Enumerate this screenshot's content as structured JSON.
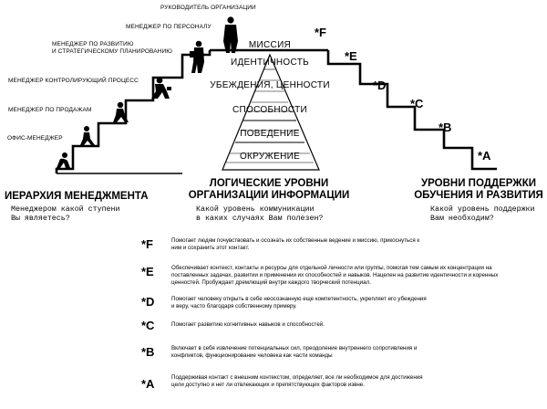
{
  "roles": [
    "РУКОВОДИТЕЛЬ ОРГАНИЗАЦИИ",
    "МЕНЕДЖЕР ПО ПЕРСОНАЛУ",
    "МЕНЕДЖЕР ПО РАЗВИТИЮ",
    "И СТРАТЕГИЧЕСКОМУ ПЛАНИРОВАНИЮ",
    "МЕНЕДЖЕР КОНТРОЛИРУЮЩИЙ ПРОЦЕСС",
    "МЕНЕДЖЕР ПО ПРОДАЖАМ",
    "ОФИС-МЕНЕДЖЕР"
  ],
  "levels": [
    "МИССИЯ",
    "ИДЕНТИЧНОСТЬ",
    "УБЕЖДЕНИЯ, ЦЕННОСТИ",
    "СПОСОБНОСТИ",
    "ПОВЕДЕНИЕ",
    "ОКРУЖЕНИЕ"
  ],
  "step_letters": [
    "*F",
    "*E",
    "*D",
    "*C",
    "*B",
    "*A"
  ],
  "columns": {
    "left": {
      "title": "ИЕРАРХИЯ  МЕНЕДЖМЕНТА",
      "question": [
        "Менеджером какой ступени",
        "Вы являетесь?"
      ]
    },
    "center": {
      "title": [
        "ЛОГИЧЕСКИЕ УРОВНИ",
        "ОРГАНИЗАЦИИ ИНФОРМАЦИИ"
      ],
      "question": [
        "Какой уровень коммуникации",
        "в каких случаях Вам полезен?"
      ]
    },
    "right": {
      "title": [
        "УРОВНИ ПОДДЕРЖКИ",
        "ОБУЧЕНИЯ И РАЗВИТИЯ"
      ],
      "question": [
        "Какой уровень поддержки",
        "Вам необходим?"
      ]
    }
  },
  "legend": [
    {
      "mark": "*F",
      "text": "Помогает людям почувствовать и осознать их собственные ведение и миссию, прикоснуться к ним и сохранить этот контакт."
    },
    {
      "mark": "*E",
      "text": "Обеспечивает контекст, контакты и ресурсы для отдельной личности или группы, помогая тем самым их концентрации на поставленных задачах, развитии и применении их способностей и навыков. Нацелен на развитие идентичности и коренных ценностей. Пробуждает дремлющий внутри каждого творческий потенциал."
    },
    {
      "mark": "*D",
      "text": "Помогает человеку открыть в себе неосознанную еще компетентность, укрепляет его убеждения и веру, часто благодаря собственному примеру."
    },
    {
      "mark": "*C",
      "text": "Помогает развитию когнитивных навыков и способностей."
    },
    {
      "mark": "*B",
      "text": "Включает в себя извлечение потенциальных сил, преодоление внутреннего сопротивления и конфликтов, функционирование человека как части команды"
    },
    {
      "mark": "*A",
      "text": "Поддерживая контакт с внешним контекстом, определяет, все ли необходимое для достижения цели доступно и нет ли отвлекающих и препятствующих факторов извне."
    }
  ]
}
